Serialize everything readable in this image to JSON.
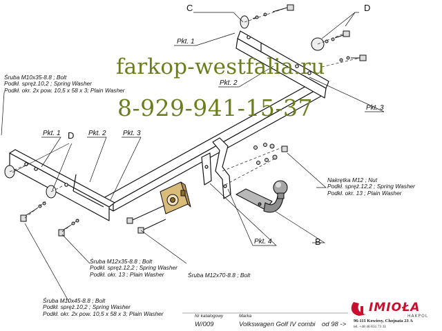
{
  "watermark": {
    "url": "farkop-westfalia.ru",
    "phone": "8-929-941-15-37",
    "color": "#6b7e1e"
  },
  "callouts": {
    "c": "C",
    "d_top": "D",
    "d_left": "D",
    "b": "B",
    "pkt1_top": "Pkt. 1",
    "pkt2_top": "Pkt. 2",
    "pkt3_top": "Pkt. 3",
    "pkt1_left": "Pkt. 1",
    "pkt2_left": "Pkt. 2",
    "pkt3_left": "Pkt. 3",
    "pkt4": "Pkt. 4"
  },
  "specs": {
    "top_left": [
      "Śruba M10x35-8.8 ;  Bolt",
      "Podkł. spręż.10,2 ; Spring Washer",
      "Podkł. okr. 2x pow. 10,5 x 58 x 3; Plain Washer"
    ],
    "nut_group": [
      "Nakrętka  M12 ; Nut",
      "Podkł. spręż.12,2 ; Spring Washer",
      "Podkł. okr. 13 ; Plain Washer"
    ],
    "m12x35": [
      "Śruba M12x35-8.8 ;  Bolt",
      "Podkł. spręż.12,2 ; Spring Washer",
      "Podkł. okr. 13 ; Plain Washer"
    ],
    "m12x70": [
      "Śruba M12x70-8.8 ;  Bolt"
    ],
    "m10x45": [
      "Śruba M10x45-8.8 ;  Bolt",
      "Podkł. spręż.10,2 ; Spring Washer",
      "Podkł. okr. 2x pow. 10,5 x 58 x 3; Plain Washer"
    ]
  },
  "footer": {
    "catalog_label": "Nr katalogowy",
    "catalog_value": "W/009",
    "brand_label": "Marka",
    "brand_value": "Volkswagen Golf IV combi",
    "year_value": "od 98 ->"
  },
  "logo": {
    "name": "IMIOŁA",
    "sub": "HAKPOL",
    "address": "96-111 Kowiesy, Chojnata 23 A",
    "phone": "tel. +48 46 831 73 31",
    "color": "#c8102e"
  }
}
